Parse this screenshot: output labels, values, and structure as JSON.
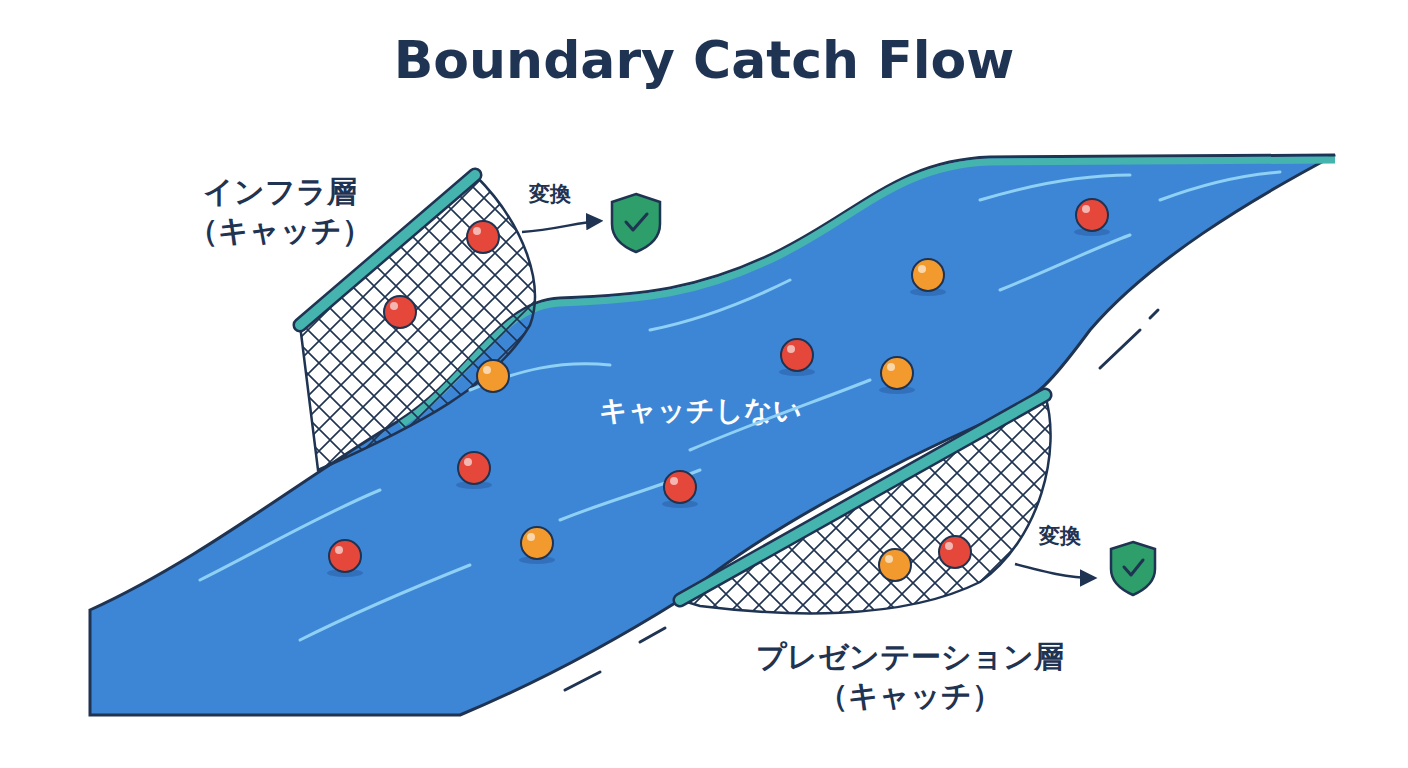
{
  "diagram": {
    "title": "Boundary Catch Flow",
    "nodes": [
      {
        "text": [
          "インフラ層 （キャッチ）"
        ]
      },
      {
        "text": [
          "キャッチしない"
        ]
      },
      {
        "text": [
          "プレゼンテーション層 （キャッチ）"
        ]
      }
    ],
    "labels": [
      "変換",
      "変換"
    ]
  }
}
